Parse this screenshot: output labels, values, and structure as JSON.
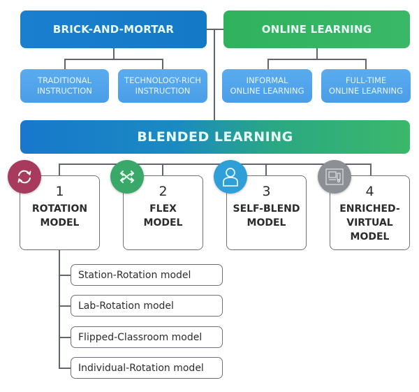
{
  "diagram": {
    "top_categories": [
      {
        "label": "BRICK-AND-MORTAR",
        "color": "#1479c6",
        "children": [
          {
            "line1": "TRADITIONAL",
            "line2": "INSTRUCTION"
          },
          {
            "line1": "TECHNOLOGY-RICH",
            "line2": "INSTRUCTION"
          }
        ]
      },
      {
        "label": "ONLINE LEARNING",
        "color": "#32b35f",
        "children": [
          {
            "line1": "INFORMAL",
            "line2": "ONLINE LEARNING"
          },
          {
            "line1": "FULL-TIME",
            "line2": "ONLINE LEARNING"
          }
        ]
      }
    ],
    "blended": {
      "label": "BLENDED LEARNING"
    },
    "models": [
      {
        "number": "1",
        "line1": "ROTATION",
        "line2": "MODEL",
        "line3": "",
        "icon": "rotate-arrows-icon",
        "icon_color": "#a83a5e"
      },
      {
        "number": "2",
        "line1": "FLEX",
        "line2": "MODEL",
        "line3": "",
        "icon": "shuffle-arrows-icon",
        "icon_color": "#3aa869"
      },
      {
        "number": "3",
        "line1": "SELF-BLEND",
        "line2": "MODEL",
        "line3": "",
        "icon": "person-icon",
        "icon_color": "#2f9fd8"
      },
      {
        "number": "4",
        "line1": "ENRICHED-",
        "line2": "VIRTUAL",
        "line3": "MODEL",
        "icon": "computer-screen-icon",
        "icon_color": "#8c8f93"
      }
    ],
    "rotation_submodels": [
      "Station-Rotation model",
      "Lab-Rotation model",
      "Flipped-Classroom model",
      "Individual-Rotation model"
    ]
  }
}
